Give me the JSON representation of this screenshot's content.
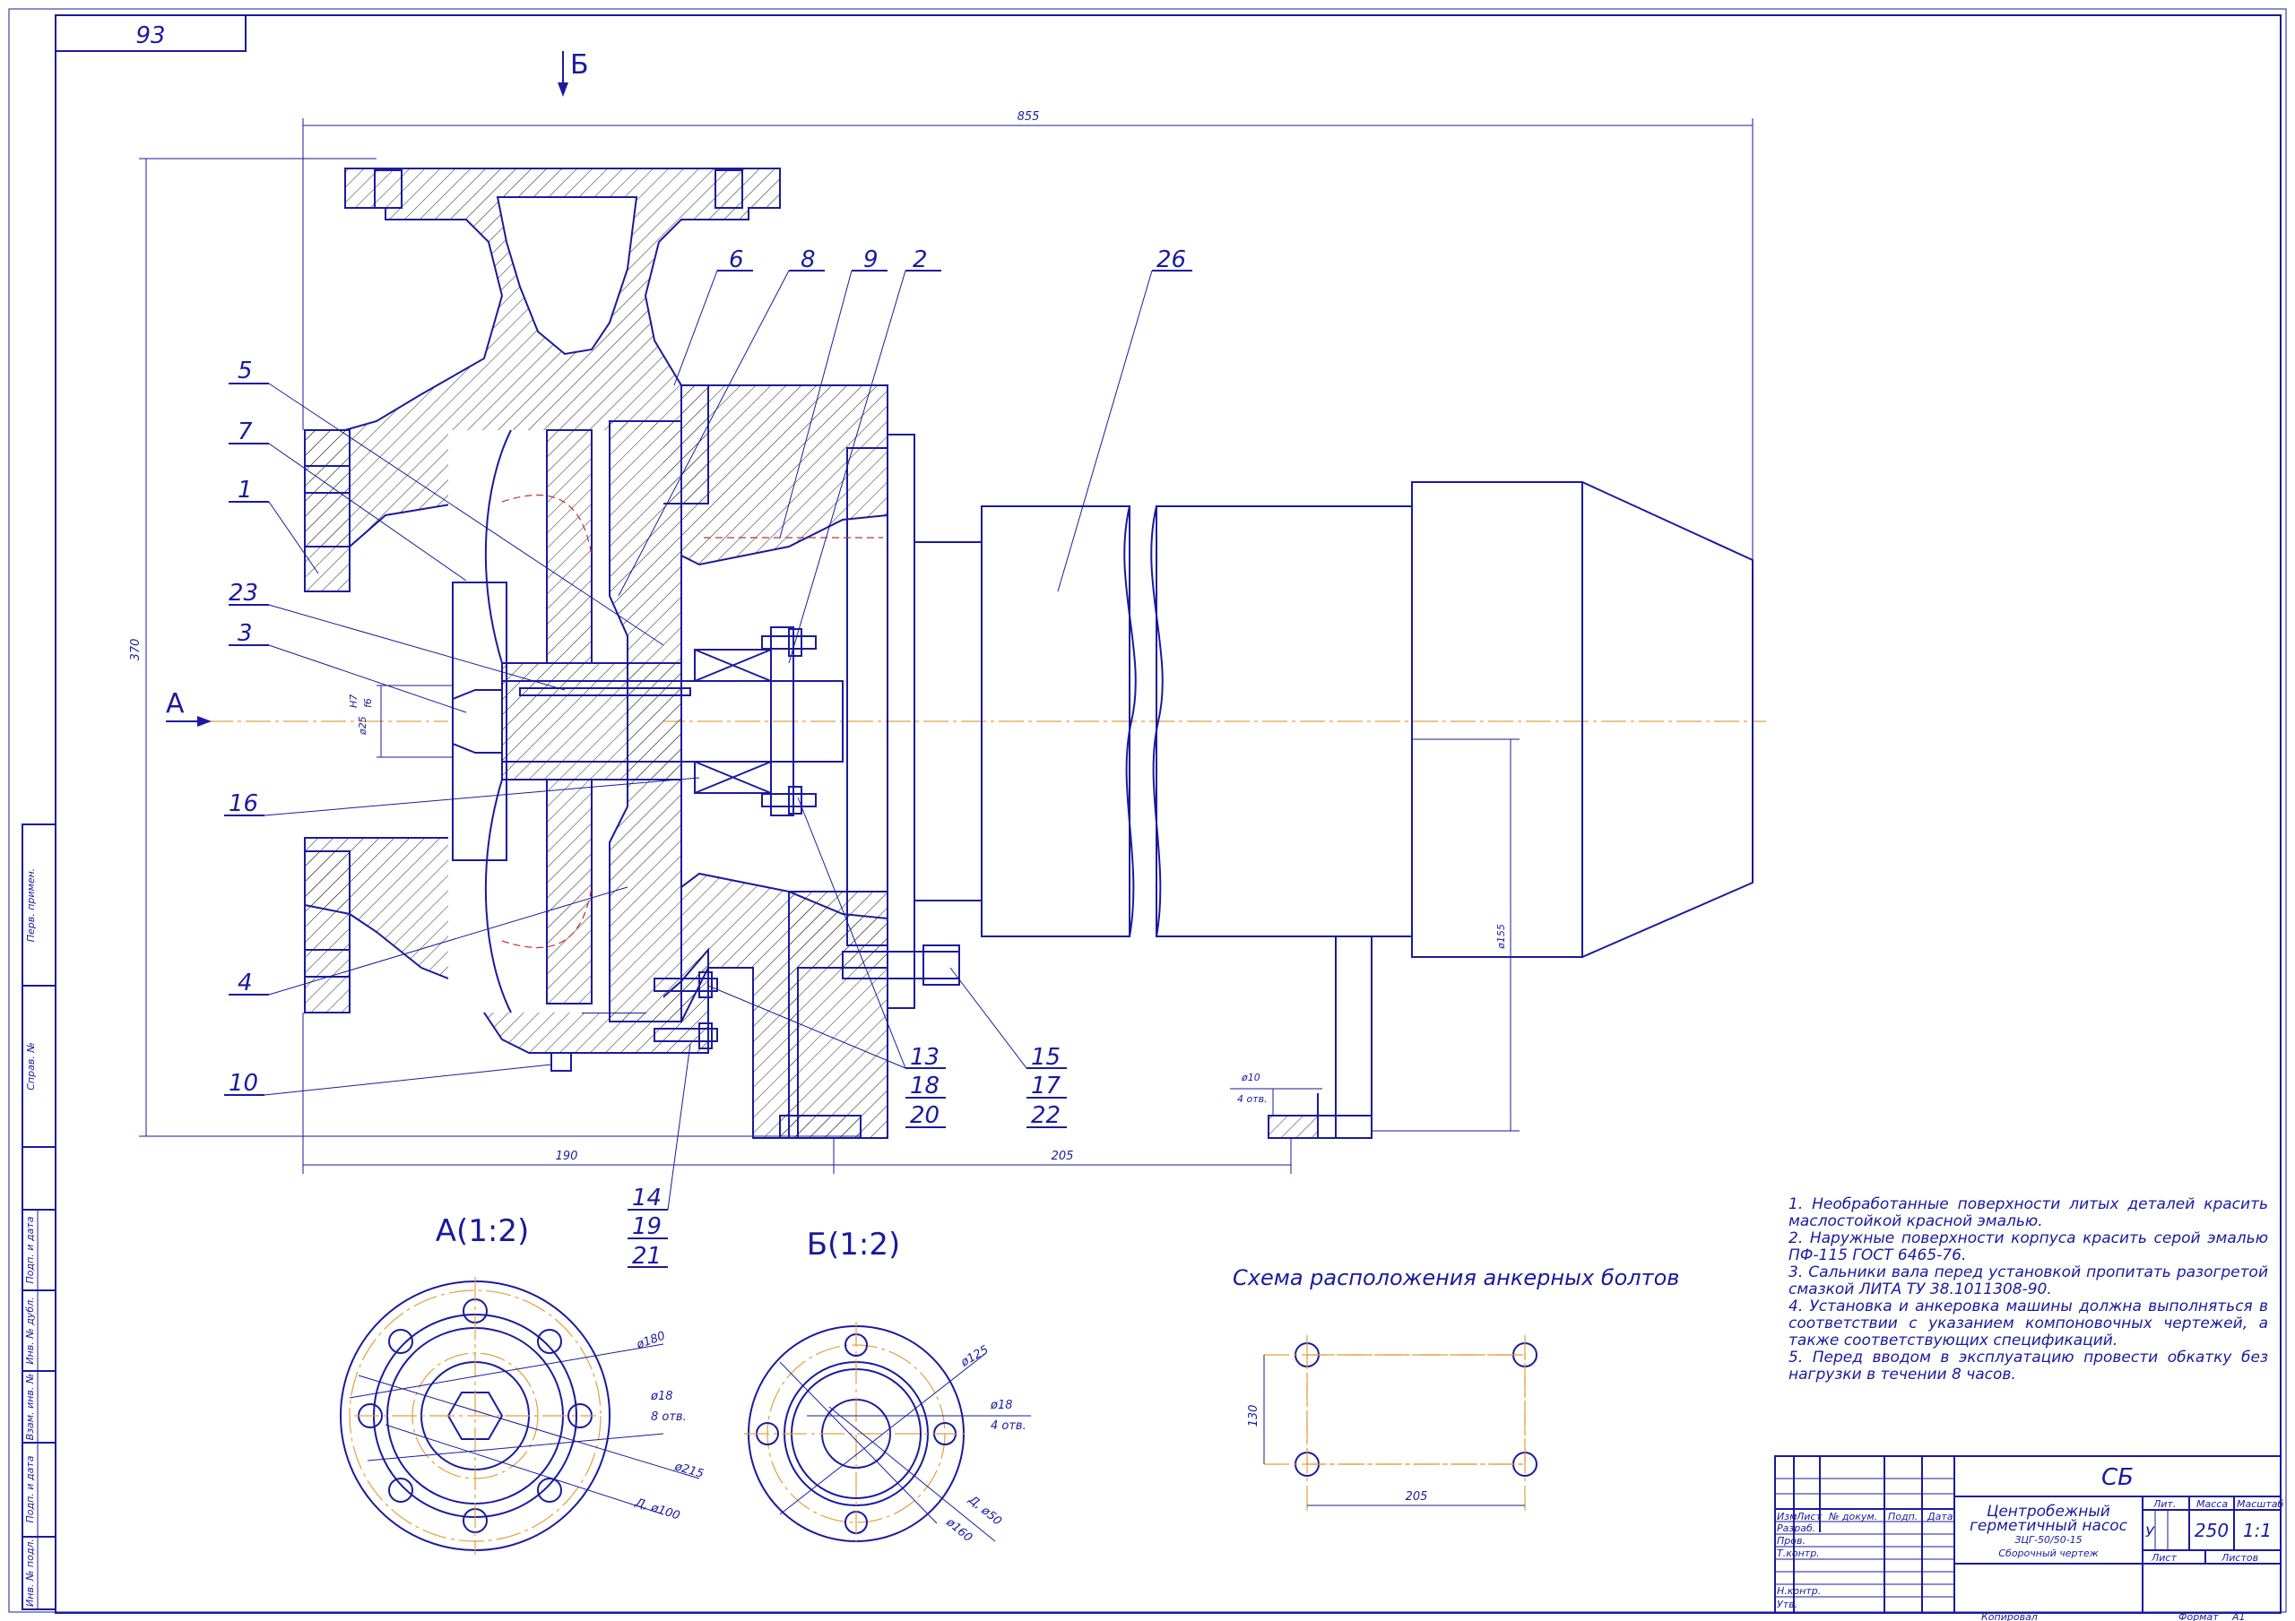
{
  "corner_mark": "93",
  "view_arrows": {
    "a": "А",
    "b": "Б"
  },
  "dims": {
    "total_len": "855",
    "height": "370",
    "bottom_left": "190",
    "bottom_right": "205",
    "shaft_dia": "ø25",
    "shaft_fit_top": "H7",
    "shaft_fit_bot": "f6",
    "motor_dia": "ø155",
    "foot_hole": "ø10",
    "foot_holes_count": "4 отв."
  },
  "callouts": [
    "6",
    "8",
    "9",
    "2",
    "26",
    "5",
    "7",
    "1",
    "23",
    "3",
    "16",
    "4",
    "10",
    "13",
    "18",
    "20",
    "15",
    "17",
    "22",
    "14",
    "19",
    "21"
  ],
  "view_a": {
    "title": "А(1:2)",
    "d1": "ø180",
    "d2": "ø18",
    "d2_count": "8 отв.",
    "d3": "ø215",
    "d4": "Д, ø100"
  },
  "view_b": {
    "title": "Б(1:2)",
    "d1": "ø125",
    "d2": "ø18",
    "d2_count": "4 отв.",
    "d3": "Д, ø50",
    "d4": "ø160"
  },
  "anchor_scheme": {
    "title": "Схема расположения анкерных болтов",
    "w": "205",
    "h": "130"
  },
  "notes": [
    "1. Необработанные поверхности литых деталей красить маслостойкой красной эмалью.",
    "2. Наружные поверхности корпуса красить серой эмалью ПФ-115 ГОСТ 6465-76.",
    "3. Сальники вала перед установкой пропитать разогретой смазкой ЛИТА ТУ 38.1011308-90.",
    "4. Установка и анкеровка машины должна выполняться в соответствии с указанием компоновочных чертежей, а также соответствующих спецификаций.",
    "5. Перед вводом в эксплуатацию провести обкатку без нагрузки в течении 8 часов."
  ],
  "title_block": {
    "code": "СБ",
    "name_line1": "Центробежный",
    "name_line2": "герметичный насос",
    "name_line3": "ЗЦГ-50/50-15",
    "name_line4": "Сборочный чертеж",
    "h_izm": "Изм",
    "h_list": "Лист",
    "h_doc": "№ докум.",
    "h_podp": "Подп.",
    "h_data": "Дата",
    "r_razrab": "Разраб.",
    "r_prov": "Пров.",
    "r_tkontr": "Т.контр.",
    "r_nkontr": "Н.контр.",
    "r_utv": "Утв.",
    "lit": "Лит.",
    "massa": "Масса",
    "masshtab": "Масштаб",
    "lit_val": "У",
    "massa_val": "250",
    "masshtab_val": "1:1",
    "list": "Лист",
    "listov": "Листов",
    "kopiroval": "Копировал",
    "format": "Формат",
    "format_val": "А1"
  },
  "side_block": [
    "Перв. примен.",
    "Справ. №",
    "Подп. и дата",
    "Инв. № дубл.",
    "Взам. инв. №",
    "Подп. и дата",
    "Инв. № подл."
  ]
}
